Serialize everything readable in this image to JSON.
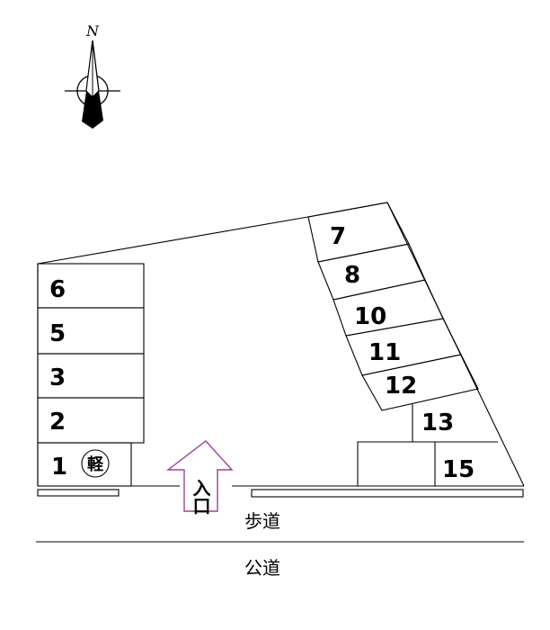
{
  "compass": {
    "north_label": "N"
  },
  "slots": [
    {
      "id": "1",
      "label": "1",
      "kei_label": "軽"
    },
    {
      "id": "2",
      "label": "2"
    },
    {
      "id": "3",
      "label": "3"
    },
    {
      "id": "5",
      "label": "5"
    },
    {
      "id": "6",
      "label": "6"
    },
    {
      "id": "7",
      "label": "7"
    },
    {
      "id": "8",
      "label": "8"
    },
    {
      "id": "10",
      "label": "10"
    },
    {
      "id": "11",
      "label": "11"
    },
    {
      "id": "12",
      "label": "12"
    },
    {
      "id": "13",
      "label": "13"
    },
    {
      "id": "15",
      "label": "15"
    }
  ],
  "entrance": {
    "label": "入口"
  },
  "sidewalk": {
    "label": "歩道"
  },
  "public_road": {
    "label": "公道"
  },
  "colors": {
    "line": "#000000",
    "entrance_arrow": "#a0409a",
    "background": "#ffffff"
  }
}
